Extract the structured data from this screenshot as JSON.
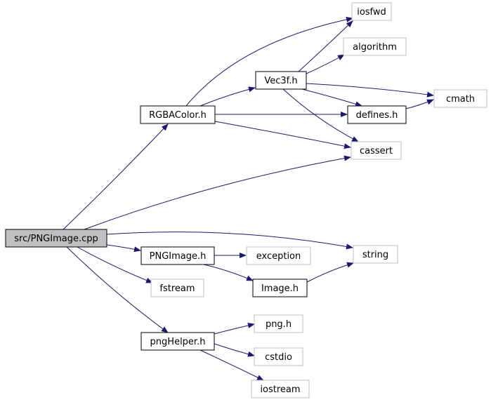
{
  "graph": {
    "edge_color": "#191970",
    "root_fill": "#bfbfbf",
    "internal_stroke": "#000000",
    "external_stroke": "#bfbfbf",
    "nodes": [
      {
        "id": "root",
        "label": "src/PNGImage.cpp",
        "kind": "root"
      },
      {
        "id": "rgba",
        "label": "RGBAColor.h",
        "kind": "internal"
      },
      {
        "id": "vec3f",
        "label": "Vec3f.h",
        "kind": "internal"
      },
      {
        "id": "defines",
        "label": "defines.h",
        "kind": "internal"
      },
      {
        "id": "pngimage_h",
        "label": "PNGImage.h",
        "kind": "internal"
      },
      {
        "id": "image_h",
        "label": "Image.h",
        "kind": "internal"
      },
      {
        "id": "pnghelper",
        "label": "pngHelper.h",
        "kind": "internal"
      },
      {
        "id": "iosfwd",
        "label": "iosfwd",
        "kind": "external"
      },
      {
        "id": "algorithm",
        "label": "algorithm",
        "kind": "external"
      },
      {
        "id": "cmath",
        "label": "cmath",
        "kind": "external"
      },
      {
        "id": "cassert",
        "label": "cassert",
        "kind": "external"
      },
      {
        "id": "string",
        "label": "string",
        "kind": "external"
      },
      {
        "id": "exception",
        "label": "exception",
        "kind": "external"
      },
      {
        "id": "fstream",
        "label": "fstream",
        "kind": "external"
      },
      {
        "id": "png_h",
        "label": "png.h",
        "kind": "external"
      },
      {
        "id": "cstdio",
        "label": "cstdio",
        "kind": "external"
      },
      {
        "id": "iostream",
        "label": "iostream",
        "kind": "external"
      }
    ],
    "edges": [
      {
        "from": "root",
        "to": "rgba"
      },
      {
        "from": "root",
        "to": "cassert"
      },
      {
        "from": "root",
        "to": "string"
      },
      {
        "from": "root",
        "to": "pngimage_h"
      },
      {
        "from": "root",
        "to": "fstream"
      },
      {
        "from": "root",
        "to": "pnghelper"
      },
      {
        "from": "rgba",
        "to": "iosfwd"
      },
      {
        "from": "rgba",
        "to": "vec3f"
      },
      {
        "from": "rgba",
        "to": "defines"
      },
      {
        "from": "rgba",
        "to": "cassert"
      },
      {
        "from": "vec3f",
        "to": "iosfwd"
      },
      {
        "from": "vec3f",
        "to": "algorithm"
      },
      {
        "from": "vec3f",
        "to": "cmath"
      },
      {
        "from": "vec3f",
        "to": "defines"
      },
      {
        "from": "vec3f",
        "to": "cassert"
      },
      {
        "from": "defines",
        "to": "cmath"
      },
      {
        "from": "pngimage_h",
        "to": "exception"
      },
      {
        "from": "pngimage_h",
        "to": "image_h"
      },
      {
        "from": "image_h",
        "to": "string"
      },
      {
        "from": "pnghelper",
        "to": "png_h"
      },
      {
        "from": "pnghelper",
        "to": "cstdio"
      },
      {
        "from": "pnghelper",
        "to": "iostream"
      }
    ]
  }
}
